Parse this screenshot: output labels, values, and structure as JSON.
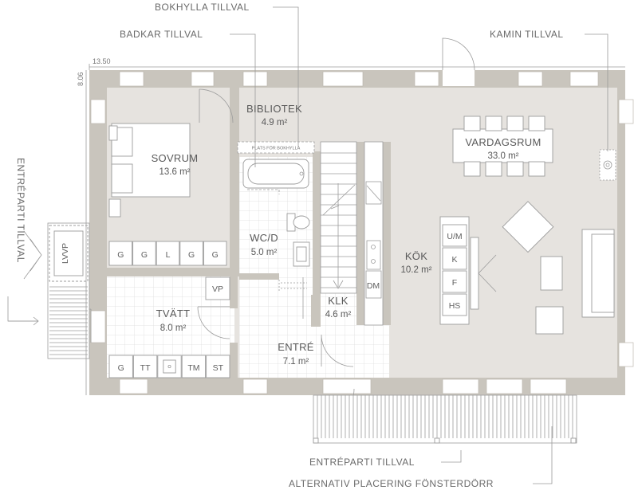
{
  "callouts": {
    "bokhylla": "BOKHYLLA TILLVAL",
    "badkar": "BADKAR TILLVAL",
    "kamin": "KAMIN TILLVAL",
    "entreparti_left": "ENTRÉPARTI TILLVAL",
    "entreparti_bottom": "ENTRÉPARTI TILLVAL",
    "fonsterdorr": "ALTERNATIV PLACERING FÖNSTERDÖRR"
  },
  "dimensions": {
    "width": "13.50",
    "depth": "8.06"
  },
  "rooms": {
    "bibliotek": {
      "name": "BIBLIOTEK",
      "area": "4.9 m²"
    },
    "sovrum": {
      "name": "SOVRUM",
      "area": "13.6 m²"
    },
    "vardagsrum": {
      "name": "VARDAGSRUM",
      "area": "33.0 m²"
    },
    "wcd": {
      "name": "WC/D",
      "area": "5.0 m²"
    },
    "kok": {
      "name": "KÖK",
      "area": "10.2 m²"
    },
    "tvatt": {
      "name": "TVÄTT",
      "area": "8.0 m²"
    },
    "klk": {
      "name": "KLK",
      "area": "4.6 m²"
    },
    "entre": {
      "name": "ENTRÉ",
      "area": "7.1 m²"
    }
  },
  "notes": {
    "plats_bokhylla": "PLATS FÖR BOKHYLLA"
  },
  "storage_labels": [
    "G",
    "G",
    "L",
    "G",
    "G"
  ],
  "laundry_labels": [
    "G",
    "TT",
    "TM",
    "ST"
  ],
  "kitchen_labels": [
    "U/M",
    "K",
    "F",
    "HS"
  ],
  "fixtures": {
    "vp": "VP",
    "dm": "DM",
    "lvvp": "LVVP"
  }
}
